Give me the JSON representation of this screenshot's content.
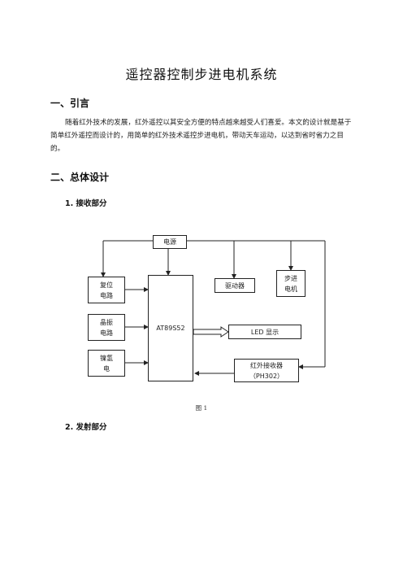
{
  "title": "遥控器控制步进电机系统",
  "section1": {
    "heading": "一、引言",
    "paragraph": "随着红外技术的发展，红外遥控以其安全方便的特点越来越受人们喜爱。本文的设计就是基于简单红外遥控而设计的，用简单的红外技术遥控步进电机，带动天车运动，以达到省时省力之目的。"
  },
  "section2": {
    "heading": "二、总体设计",
    "sub1": "1. 接收部分",
    "sub2": "2. 发射部分"
  },
  "diagram": {
    "power": "电源",
    "reset": "复位\n电路",
    "crystal": "晶振\n电路",
    "battery": "镍氢\n电",
    "mcu": "AT89S52",
    "driver": "驱动器",
    "motor": "步进\n电机",
    "led": "LED 显示",
    "ir_receiver": "红外接收器\n（PH302）",
    "caption": "图 1"
  }
}
